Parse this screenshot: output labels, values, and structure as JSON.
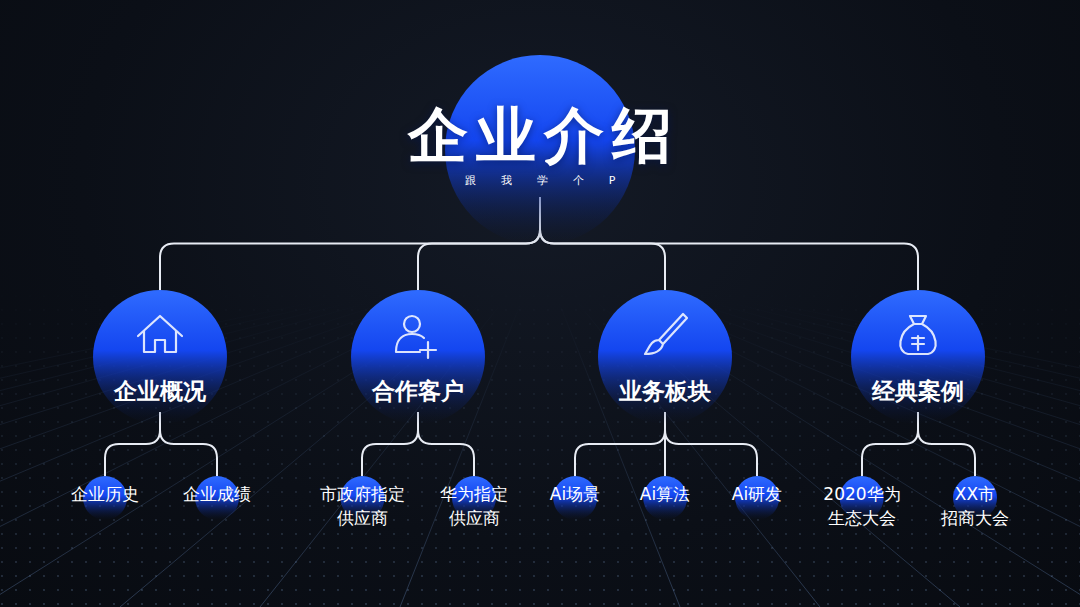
{
  "diagram": {
    "nodes": [
      {
        "text": [
          "企业介绍",
          "跟我学个P"
        ]
      },
      {
        "text": [
          "企业概况"
        ]
      },
      {
        "text": [
          "合作客户"
        ]
      },
      {
        "text": [
          "业务板块"
        ]
      },
      {
        "text": [
          "经典案例"
        ]
      },
      {
        "text": [
          "企业历史"
        ]
      },
      {
        "text": [
          "企业成绩"
        ]
      },
      {
        "text": [
          "市政府指定 供应商"
        ]
      },
      {
        "text": [
          "华为指定 供应商"
        ]
      },
      {
        "text": [
          "Ai场景"
        ]
      },
      {
        "text": [
          "Ai算法"
        ]
      },
      {
        "text": [
          "Ai研发"
        ]
      },
      {
        "text": [
          "2020华为 生态大会"
        ]
      },
      {
        "text": [
          "XX市 招商大会"
        ]
      }
    ],
    "edges": [
      {
        "from": 0,
        "to": 1,
        "arrow": "none"
      },
      {
        "from": 0,
        "to": 2,
        "arrow": "none"
      },
      {
        "from": 0,
        "to": 3,
        "arrow": "none"
      },
      {
        "from": 0,
        "to": 4,
        "arrow": "none"
      },
      {
        "from": 1,
        "to": 5,
        "arrow": "none"
      },
      {
        "from": 1,
        "to": 6,
        "arrow": "none"
      },
      {
        "from": 2,
        "to": 7,
        "arrow": "none"
      },
      {
        "from": 2,
        "to": 8,
        "arrow": "none"
      },
      {
        "from": 3,
        "to": 9,
        "arrow": "none"
      },
      {
        "from": 3,
        "to": 10,
        "arrow": "none"
      },
      {
        "from": 3,
        "to": 11,
        "arrow": "none"
      },
      {
        "from": 4,
        "to": 12,
        "arrow": "none"
      },
      {
        "from": 4,
        "to": 13,
        "arrow": "none"
      }
    ]
  }
}
